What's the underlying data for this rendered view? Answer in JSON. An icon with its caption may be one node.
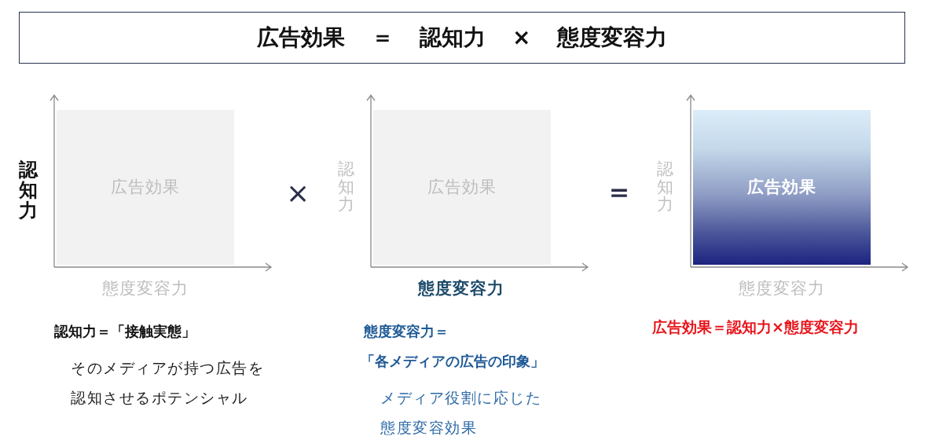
{
  "diagram": {
    "title": "広告効果 ＝ 認知力 × 態度変容力",
    "nodes": [
      {
        "text": [
          "広告効果"
        ],
        "beside": [
          "認知力",
          "態度変容力"
        ]
      },
      {
        "text": [
          "広告効果"
        ],
        "beside": [
          "認知力",
          "態度変容力"
        ]
      },
      {
        "text": [
          "広告効果"
        ],
        "beside": [
          "認知力",
          "態度変容力"
        ]
      }
    ],
    "labels": [
      "×",
      "＝",
      "認知力＝「接触実態」",
      "そのメディアが持つ広告を認知させるポテンシャル",
      "態度変容力＝",
      "「各メディアの広告の印象」",
      "メディア役割に応じた態度変容効果",
      "広告効果＝認知力×態度変容力"
    ]
  }
}
